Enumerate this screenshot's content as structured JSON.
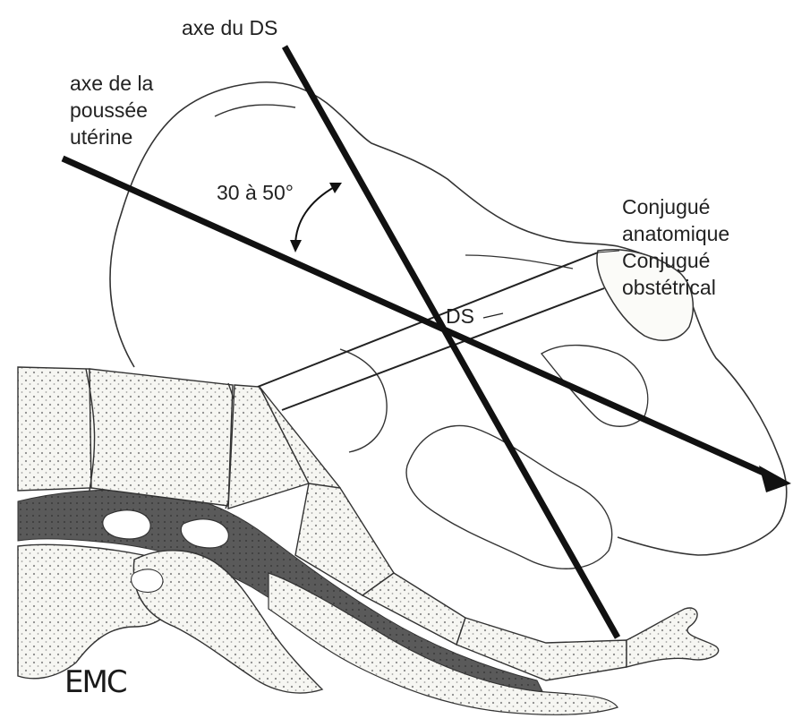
{
  "labels": {
    "axis_ds": "axe du DS",
    "uterine_axis": [
      "axe de la",
      "poussée",
      "utérine"
    ],
    "angle": "30 à 50°",
    "conjugate": [
      "Conjugué",
      "anatomique",
      "Conjugué",
      "obstétrical"
    ],
    "ds": "DS",
    "logo": "EMC"
  },
  "colors": {
    "line": "#111111",
    "outline": "#333333",
    "bone_fill": "#f6f6f2",
    "dark_tissue": "#5a5a5a"
  }
}
